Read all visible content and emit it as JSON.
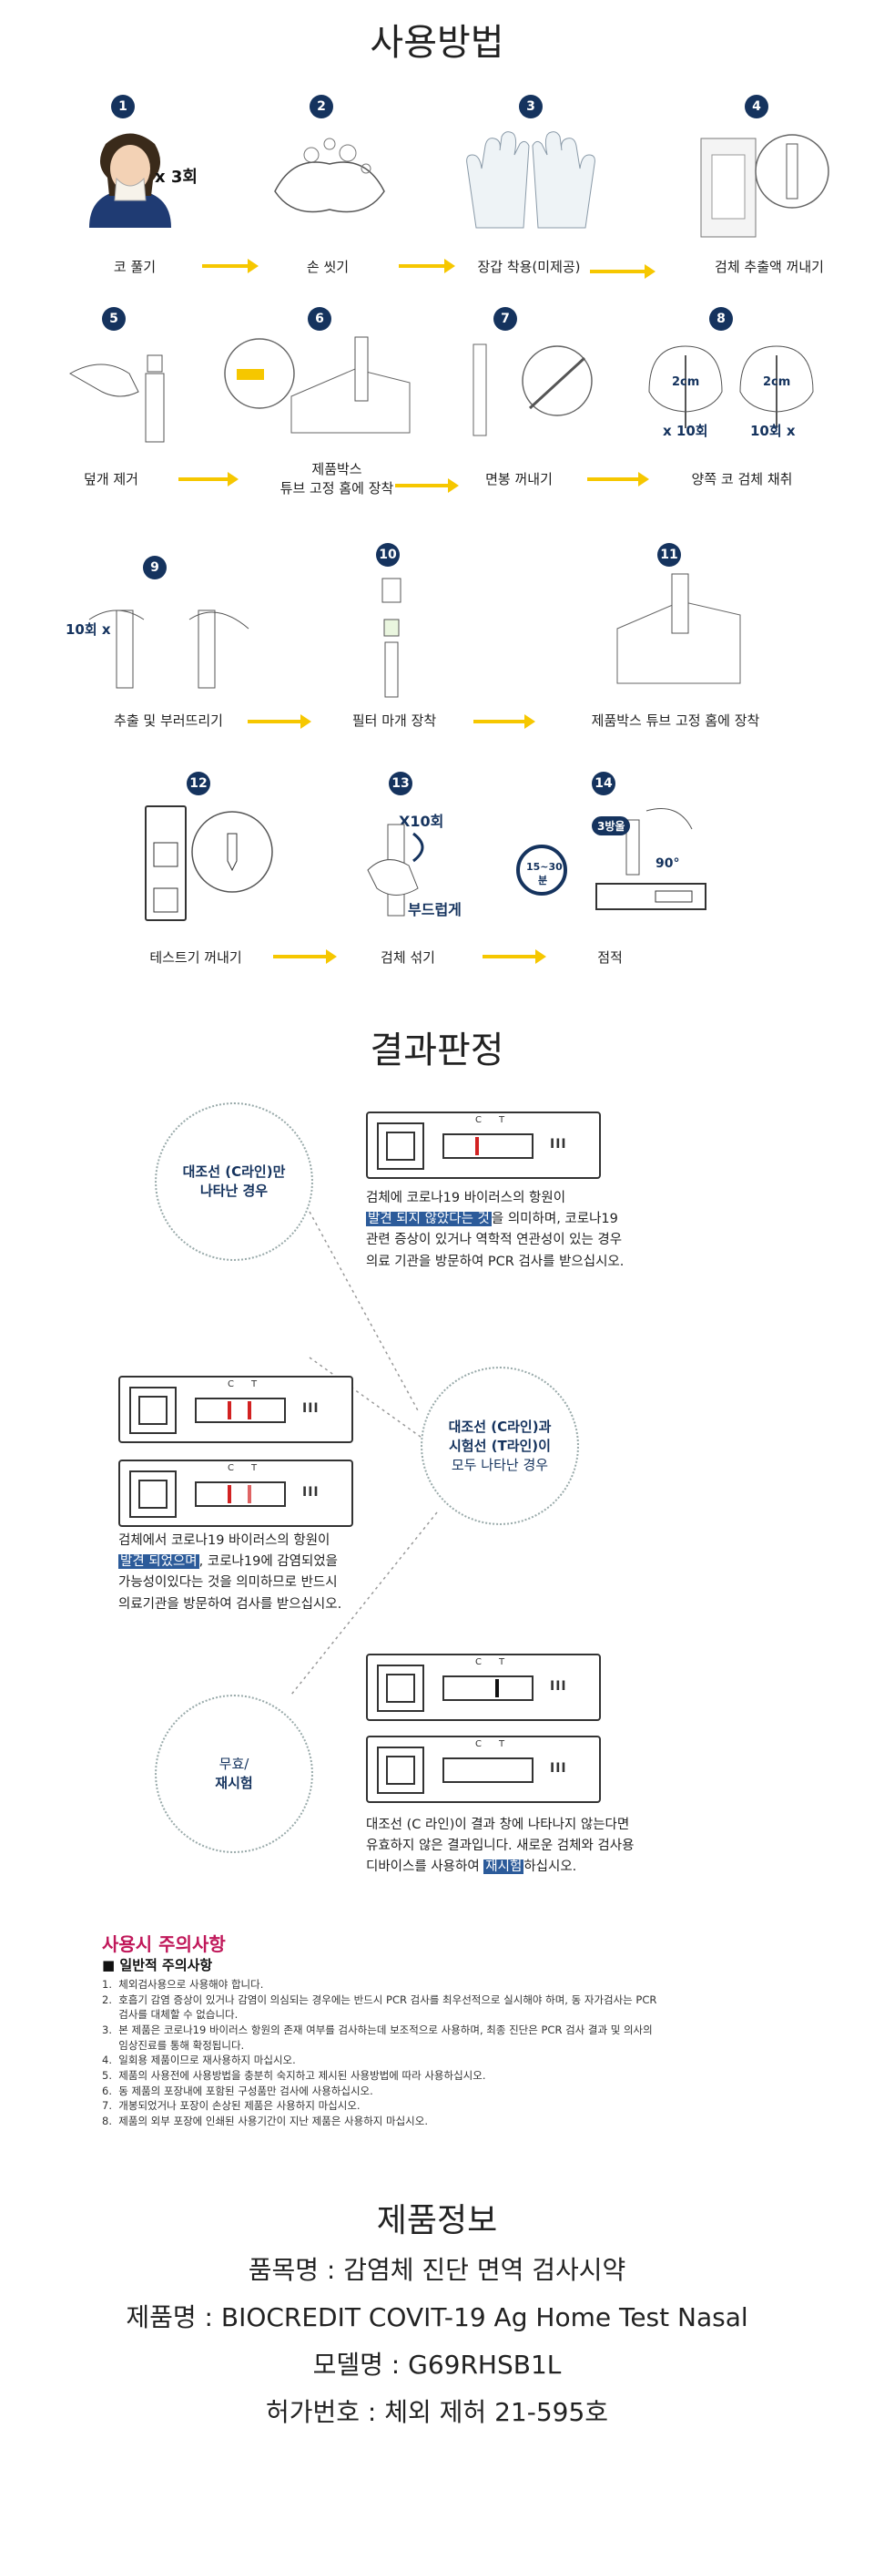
{
  "usage": {
    "title": "사용방법",
    "steps": [
      {
        "n": "1",
        "label": "코 풀기",
        "note": "x 3회"
      },
      {
        "n": "2",
        "label": "손 씻기"
      },
      {
        "n": "3",
        "label": "장갑 착용(미제공)"
      },
      {
        "n": "4",
        "label": "검체 추출액 꺼내기"
      },
      {
        "n": "5",
        "label": "덮개 제거"
      },
      {
        "n": "6",
        "label": "제품박스\n튜브 고정 홈에 장착"
      },
      {
        "n": "7",
        "label": "면봉 꺼내기"
      },
      {
        "n": "8",
        "label": "양쪽 코 검체 채취",
        "note_left": "x 10회",
        "note_right": "10회 x",
        "dist": "2cm"
      },
      {
        "n": "9",
        "label": "추출 및 부러뜨리기",
        "note": "10회 x"
      },
      {
        "n": "10",
        "label": "필터 마개 장착"
      },
      {
        "n": "11",
        "label": "제품박스 튜브 고정 홈에 장착"
      },
      {
        "n": "12",
        "label": "테스트기 꺼내기"
      },
      {
        "n": "13",
        "label": "검체 섞기",
        "note_top": "X10회",
        "note_bottom": "부드럽게"
      },
      {
        "n": "14",
        "label": "점적",
        "timer": "15~30분",
        "drops": "3방울",
        "angle": "90°"
      }
    ]
  },
  "result": {
    "title": "결과판정",
    "c_label": "C",
    "t_label": "T",
    "negative": {
      "circle_line1a": "대조선 (C라인)",
      "circle_line1b": "만",
      "circle_line2": "나타난 경우",
      "para1": "검체에 코로나19 바이러스의 항원이",
      "para2_hl": "발견 되지 않았다는 것",
      "para2_rest": "을 의미하며, 코로나19",
      "para3": "관련 증상이 있거나 역학적 연관성이 있는 경우",
      "para4": "의료 기관을 방문하여 PCR 검사를 받으십시오."
    },
    "positive": {
      "circle_line1a": "대조선 (C라인)",
      "circle_line1b": "과",
      "circle_line2a": "시험선 (T라인)",
      "circle_line2b": "이",
      "circle_line3": "모두 나타난 경우",
      "para1": "검체에서 코로나19 바이러스의 항원이",
      "para2_hl": "발견 되었으며",
      "para2_rest": ", 코로나19에 감염되었을",
      "para3": "가능성이있다는 것을 의미하므로 반드시",
      "para4": "의료기관을 방문하여 검사를 받으십시오."
    },
    "invalid": {
      "circle_line1": "무효/",
      "circle_line2": "재시험",
      "para1": "대조선 (C 라인)이 결과 창에 나타나지 않는다면",
      "para2": "유효하지 않은 결과입니다. 새로운 검체와 검사용",
      "para3_pre": "디바이스를 사용하여 ",
      "para3_hl": "재시험",
      "para3_post": "하십시오."
    }
  },
  "caution": {
    "title": "사용시 주의사항",
    "subtitle": "■ 일반적 주의사항",
    "items": [
      "1.  체외검사용으로 사용해야 합니다.",
      "2.  호흡기 감염 증상이 있거나 감염이 의심되는 경우에는 반드시 PCR 검사를 최우선적으로 실시해야 하며, 동 자가검사는 PCR",
      "     검사를 대체할 수 없습니다.",
      "3.  본 제품은 코로나19 바이러스 항원의 존재 여부를 검사하는데 보조적으로 사용하며, 최종 진단은 PCR 검사 결과 및 의사의",
      "     임상진료를 통해 확정됩니다.",
      "4.  일회용 제품이므로 재사용하지 마십시오.",
      "5.  제품의 사용전에 사용방법을 충분히 숙지하고 제시된 사용방법에 따라 사용하십시오.",
      "6.  동 제품의 포장내에 포함된 구성품만 검사에 사용하십시오.",
      "7.  개봉되었거나 포장이 손상된 제품은 사용하지 마십시오.",
      "8.  제품의 외부 포장에 인쇄된 사용기간이 지난 제품은 사용하지 마십시오."
    ]
  },
  "product": {
    "title": "제품정보",
    "lines": [
      "품목명 : 감염체 진단 면역 검사시약",
      "제품명 : BIOCREDIT COVIT-19 Ag Home Test Nasal",
      "모델명 : G69RHSB1L",
      "허가번호 : 체외 제허 21-595호"
    ]
  },
  "colors": {
    "badge": "#15335e",
    "arrow": "#f6c700",
    "red": "#d22222",
    "caution": "#c0185a",
    "highlight": "#2c5b9a"
  }
}
